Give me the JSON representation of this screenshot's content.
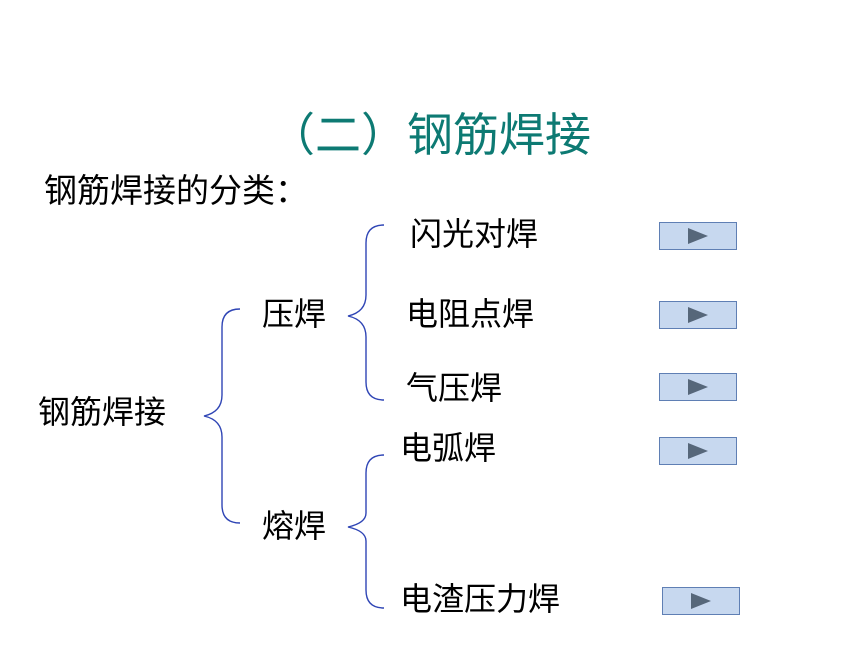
{
  "title": "（二）钢筋焊接",
  "subtitle": "钢筋焊接的分类：",
  "tree": {
    "root": "钢筋焊接",
    "groups": [
      {
        "label": "压焊",
        "items": [
          "闪光对焊",
          "电阻点焊",
          "气压焊"
        ]
      },
      {
        "label": "熔焊",
        "items": [
          "电弧焊",
          "电渣压力焊"
        ]
      }
    ]
  },
  "colors": {
    "title": "#0d7a73",
    "bracket": "#2f45b5",
    "button_fill": "#c7d8ef",
    "button_border": "#5f7fb4",
    "play_arrow": "#56677a"
  },
  "icons": {
    "play": "play-icon"
  }
}
